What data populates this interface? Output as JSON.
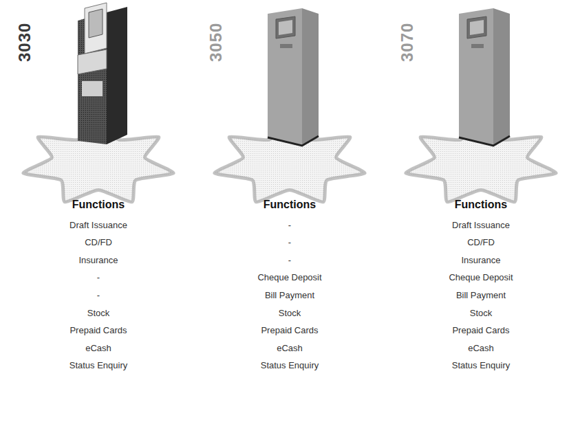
{
  "diagram": {
    "labels": [
      "3030",
      "Functions",
      "Draft Issuance",
      "CD/FD",
      "Insurance",
      "-",
      "-",
      "Stock",
      "Prepaid Cards",
      "eCash",
      "Status Enquiry",
      "3050",
      "Functions",
      "-",
      "-",
      "-",
      "Cheque Deposit",
      "Bill Payment",
      "Stock",
      "Prepaid Cards",
      "eCash",
      "Status Enquiry",
      "3070",
      "Functions",
      "Draft Issuance",
      "CD/FD",
      "Insurance",
      "Cheque Deposit",
      "Bill Payment",
      "Stock",
      "Prepaid Cards",
      "eCash",
      "Status Enquiry"
    ]
  }
}
